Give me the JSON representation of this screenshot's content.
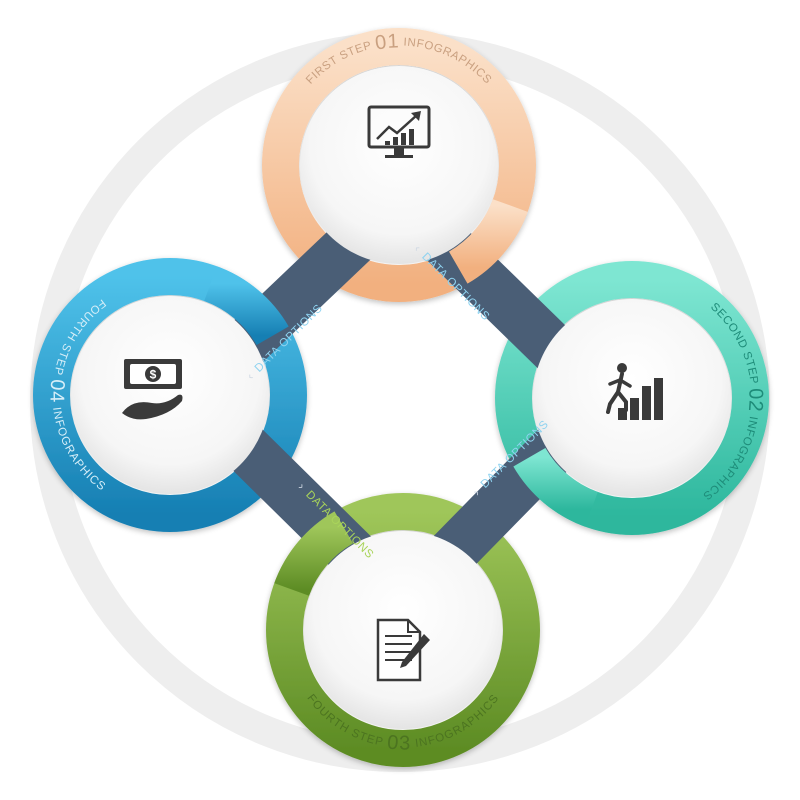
{
  "steps": [
    {
      "label": "FIRST STEP",
      "number": "01",
      "suffix": "INFOGRAPHICS",
      "icon": "monitor-chart-icon",
      "color": "#F4B98E",
      "color_light": "#FAD9BF",
      "text_color": "#C9A080"
    },
    {
      "label": "SECOND STEP",
      "number": "02",
      "suffix": "INFOGRAPHICS",
      "icon": "climbing-stairs-icon",
      "color": "#3CC8AE",
      "color_light": "#7FE3CF",
      "text_color": "#1E8C79"
    },
    {
      "label": "FOURTH STEP",
      "number": "03",
      "suffix": "INFOGRAPHICS",
      "icon": "document-pen-icon",
      "color": "#6E9E2E",
      "color_light": "#A3C85F",
      "text_color": "#4C7420"
    },
    {
      "label": "FOURTH STEP",
      "number": "04",
      "suffix": "INFOGRAPHICS",
      "icon": "money-hand-icon",
      "color": "#1E8FC0",
      "color_light": "#4FC0E6",
      "text_color": "#D6EEF8"
    }
  ],
  "bands": [
    {
      "label": "DATA OPTIONS",
      "text_color": "#8FD3F0"
    },
    {
      "label": "DATA OPTIONS",
      "text_color": "#8FD3F0"
    },
    {
      "label": "DATA OPTIONS",
      "text_color": "#A9D45A"
    },
    {
      "label": "DATA OPTIONS",
      "text_color": "#8FD3F0"
    }
  ],
  "band_color": "#4A5E76",
  "icon_color": "#3A3A3A"
}
